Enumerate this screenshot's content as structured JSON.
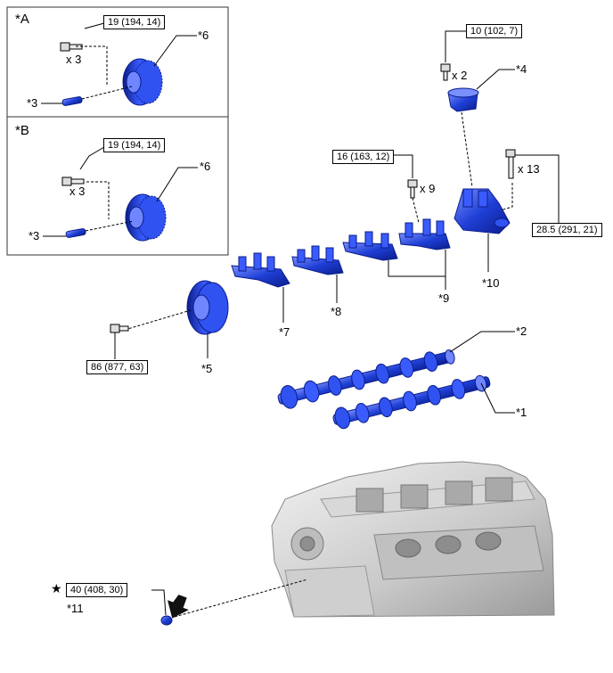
{
  "insets": {
    "a": {
      "title": "*A",
      "torque": "19 (194, 14)",
      "qty": "x 3",
      "part_top": "*6",
      "part_bottom": "*3"
    },
    "b": {
      "title": "*B",
      "torque": "19 (194, 14)",
      "qty": "x 3",
      "part_top": "*6",
      "part_bottom": "*3"
    }
  },
  "callouts": {
    "bolt_top_torque": "10 (102, 7)",
    "bolt_top_qty": "x 2",
    "part4": "*4",
    "bolt_mid_torque": "16 (163, 12)",
    "bolt_mid_qty": "x 9",
    "bolt_right_qty": "x 13",
    "bolt_right_torque": "28.5 (291, 21)",
    "part10": "*10",
    "part9": "*9",
    "part8": "*8",
    "part7": "*7",
    "part5": "*5",
    "bolt_left_torque": "86 (877, 63)",
    "part2": "*2",
    "part1": "*1",
    "star_symbol": "★",
    "bolt_plug_torque": "40 (408, 30)",
    "part11": "*11"
  },
  "colors": {
    "part_blue": "#1f3fd6",
    "part_dark": "#0b1d8a",
    "part_light": "#6f86ff",
    "engine_gray": "#b9b9b9",
    "line": "#000000"
  }
}
